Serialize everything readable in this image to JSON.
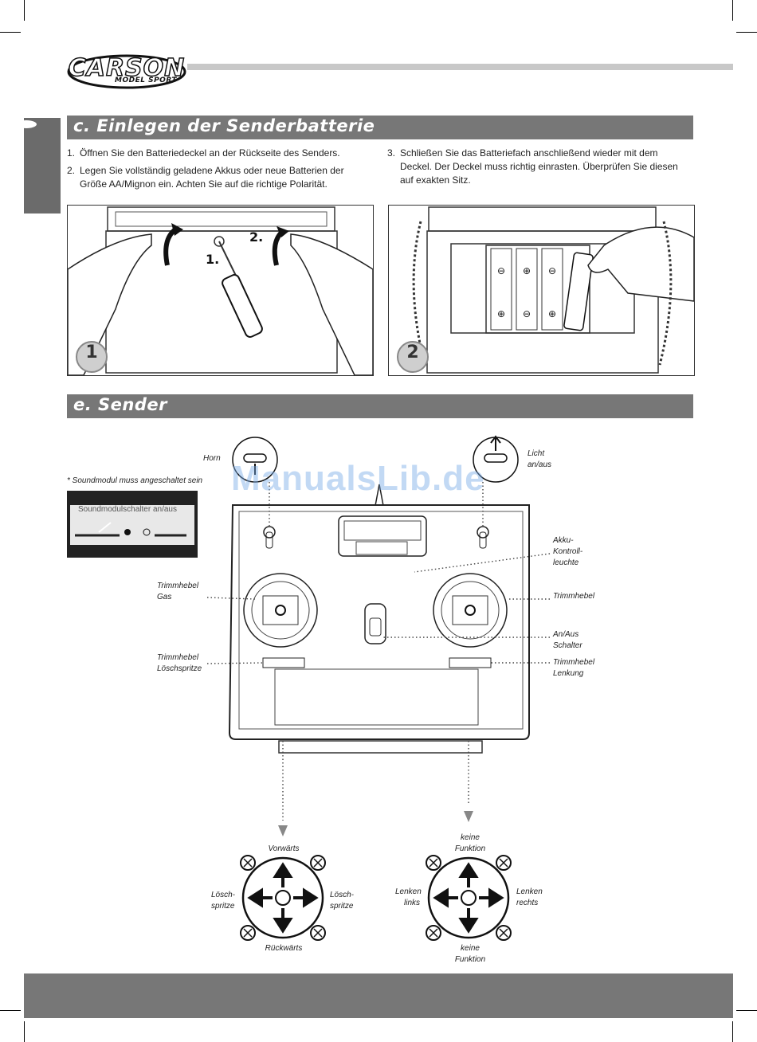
{
  "brand": {
    "name": "CARSON",
    "sub": "MODEL SPORT"
  },
  "section_c": {
    "title": "c. Einlegen der Senderbatterie",
    "steps": [
      {
        "n": "1.",
        "text": "Öffnen Sie den Batteriedeckel an der Rückseite des Senders."
      },
      {
        "n": "2.",
        "text": "Legen Sie vollständig geladene Akkus oder neue Batterien der Größe AA/Mignon ein. Achten Sie auf die richtige Polarität."
      },
      {
        "n": "3.",
        "text": "Schließen Sie das Batteriefach anschließend wieder mit dem Deckel. Der Deckel muss richtig einrasten. Überprüfen Sie diesen auf exakten Sitz."
      }
    ],
    "figure1": {
      "badge": "1",
      "callout_1": "1.",
      "callout_2": "2."
    },
    "figure2": {
      "badge": "2"
    }
  },
  "section_e": {
    "title": "e. Sender",
    "labels": {
      "horn": "Horn",
      "licht_1": "Licht",
      "licht_2": "an/aus",
      "sound_note": "* Soundmodul  muss angeschaltet sein",
      "sound_photo": "Soundmodulschalter an/aus",
      "akku_1": "Akku-",
      "akku_2": "Kontroll-",
      "akku_3": "leuchte",
      "trim_gas_1": "Trimmhebel",
      "trim_gas_2": "Gas",
      "trim_right": "Trimmhebel",
      "anaus_1": "An/Aus",
      "anaus_2": "Schalter",
      "trim_loesch_1": "Trimmhebel",
      "trim_loesch_2": "Löschspritze",
      "trim_lenk_1": "Trimmhebel",
      "trim_lenk_2": "Lenkung"
    },
    "stick_left": {
      "up": "Vorwärts",
      "down": "Rückwärts",
      "left_1": "Lösch-",
      "left_2": "spritze",
      "right_1": "Lösch-",
      "right_2": "spritze"
    },
    "stick_right": {
      "up_1": "keine",
      "up_2": "Funktion",
      "down_1": "keine",
      "down_2": "Funktion",
      "left_1": "Lenken",
      "left_2": "links",
      "right_1": "Lenken",
      "right_2": "rechts"
    }
  },
  "watermark": "ManualsLib.de",
  "colors": {
    "section_bar": "#777777",
    "side_tab": "#6b6b6b",
    "top_rule": "#c8c8c8",
    "watermark": "#78aae6"
  }
}
